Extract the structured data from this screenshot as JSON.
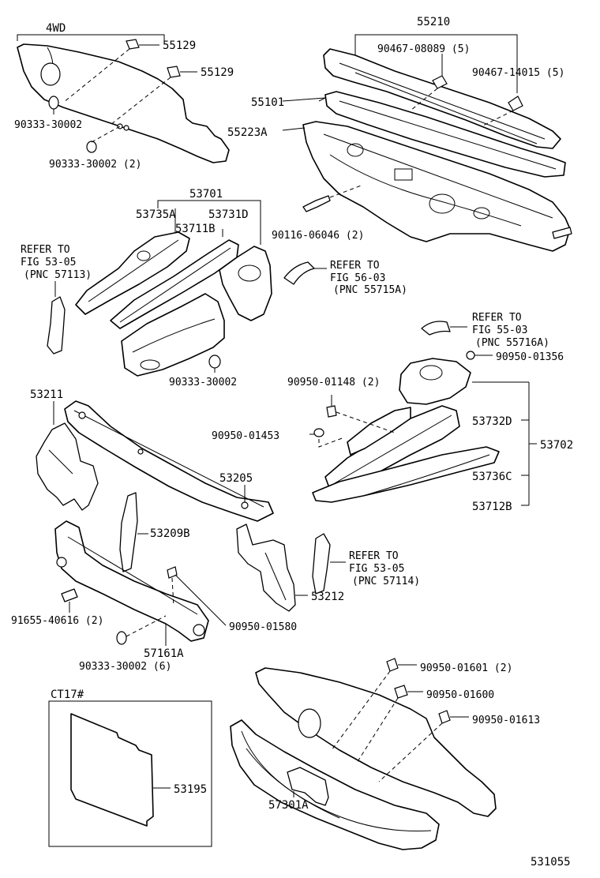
{
  "labels": {
    "qualifier_4wd": "4WD",
    "p55129_a": "55129",
    "p55129_b": "55129",
    "p90333_a": "90333-30002",
    "p90333_b": "90333-30002 (2)",
    "p55210": "55210",
    "p90467_08089": "90467-08089 (5)",
    "p90467_14015": "90467-14015 (5)",
    "p55101": "55101",
    "p55223A": "55223A",
    "p90116": "90116-06046 (2)",
    "p53701": "53701",
    "p53735A": "53735A",
    "p53731D": "53731D",
    "p53711B": "53711B",
    "ref1_l1": "REFER TO",
    "ref1_l2": "FIG 53-05",
    "ref1_l3": "(PNC 57113)",
    "ref2_l1": "REFER TO",
    "ref2_l2": "FIG 56-03",
    "ref2_l3": "(PNC 55715A)",
    "p90333_c": "90333-30002",
    "ref3_l1": "REFER TO",
    "ref3_l2": "FIG 55-03",
    "ref3_l3": "(PNC 55716A)",
    "p90950_01356": "90950-01356",
    "p90950_01148": "90950-01148 (2)",
    "p53211": "53211",
    "p90950_01453": "90950-01453",
    "p53732D": "53732D",
    "p53702": "53702",
    "p53205": "53205",
    "p53736C": "53736C",
    "p53712B": "53712B",
    "p53209B": "53209B",
    "ref4_l1": "REFER TO",
    "ref4_l2": "FIG 53-05",
    "ref4_l3": "(PNC 57114)",
    "p53212": "53212",
    "p91655": "91655-40616 (2)",
    "p90950_01580": "90950-01580",
    "p90333_d": "90333-30002 (6)",
    "p57161A": "57161A",
    "qualifier_ct17": "CT17#",
    "p90950_01601": "90950-01601 (2)",
    "p90950_01600": "90950-01600",
    "p90950_01613": "90950-01613",
    "p53195": "53195",
    "p57301A": "57301A",
    "figure_number": "531055"
  }
}
